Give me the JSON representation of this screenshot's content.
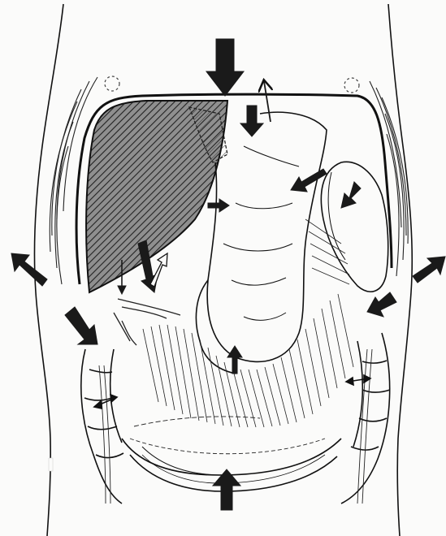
{
  "figure": {
    "type": "anatomical-illustration",
    "text_labels": [],
    "colors": {
      "background": "#fbfbfa",
      "ink": "#111111",
      "arrow_fill": "#1a1a1a",
      "liver_hatch": "#222222"
    },
    "structures": [
      "torso-outline",
      "diaphragm",
      "liver",
      "gallbladder",
      "stomach",
      "spleen",
      "greater-omentum",
      "transverse-colon",
      "ascending-colon",
      "descending-colon",
      "right-rib-cage",
      "left-rib-cage"
    ],
    "arrows": [
      "top-center-down-arrow",
      "diaphragm-up-arrow",
      "stomach-fundus-down-arrow",
      "left-upper-inward-arrow",
      "spleen-arrow",
      "stomach-body-right-arrow",
      "liver-edge-down-arrow",
      "right-side-outward-arrow",
      "left-side-outward-arrow",
      "right-lower-inward-arrow",
      "left-lower-inward-arrow",
      "omentum-up-arrow",
      "bottom-center-up-arrow",
      "hollow-outline-arrow",
      "double-headed-arrow-right",
      "double-headed-arrow-left"
    ]
  }
}
